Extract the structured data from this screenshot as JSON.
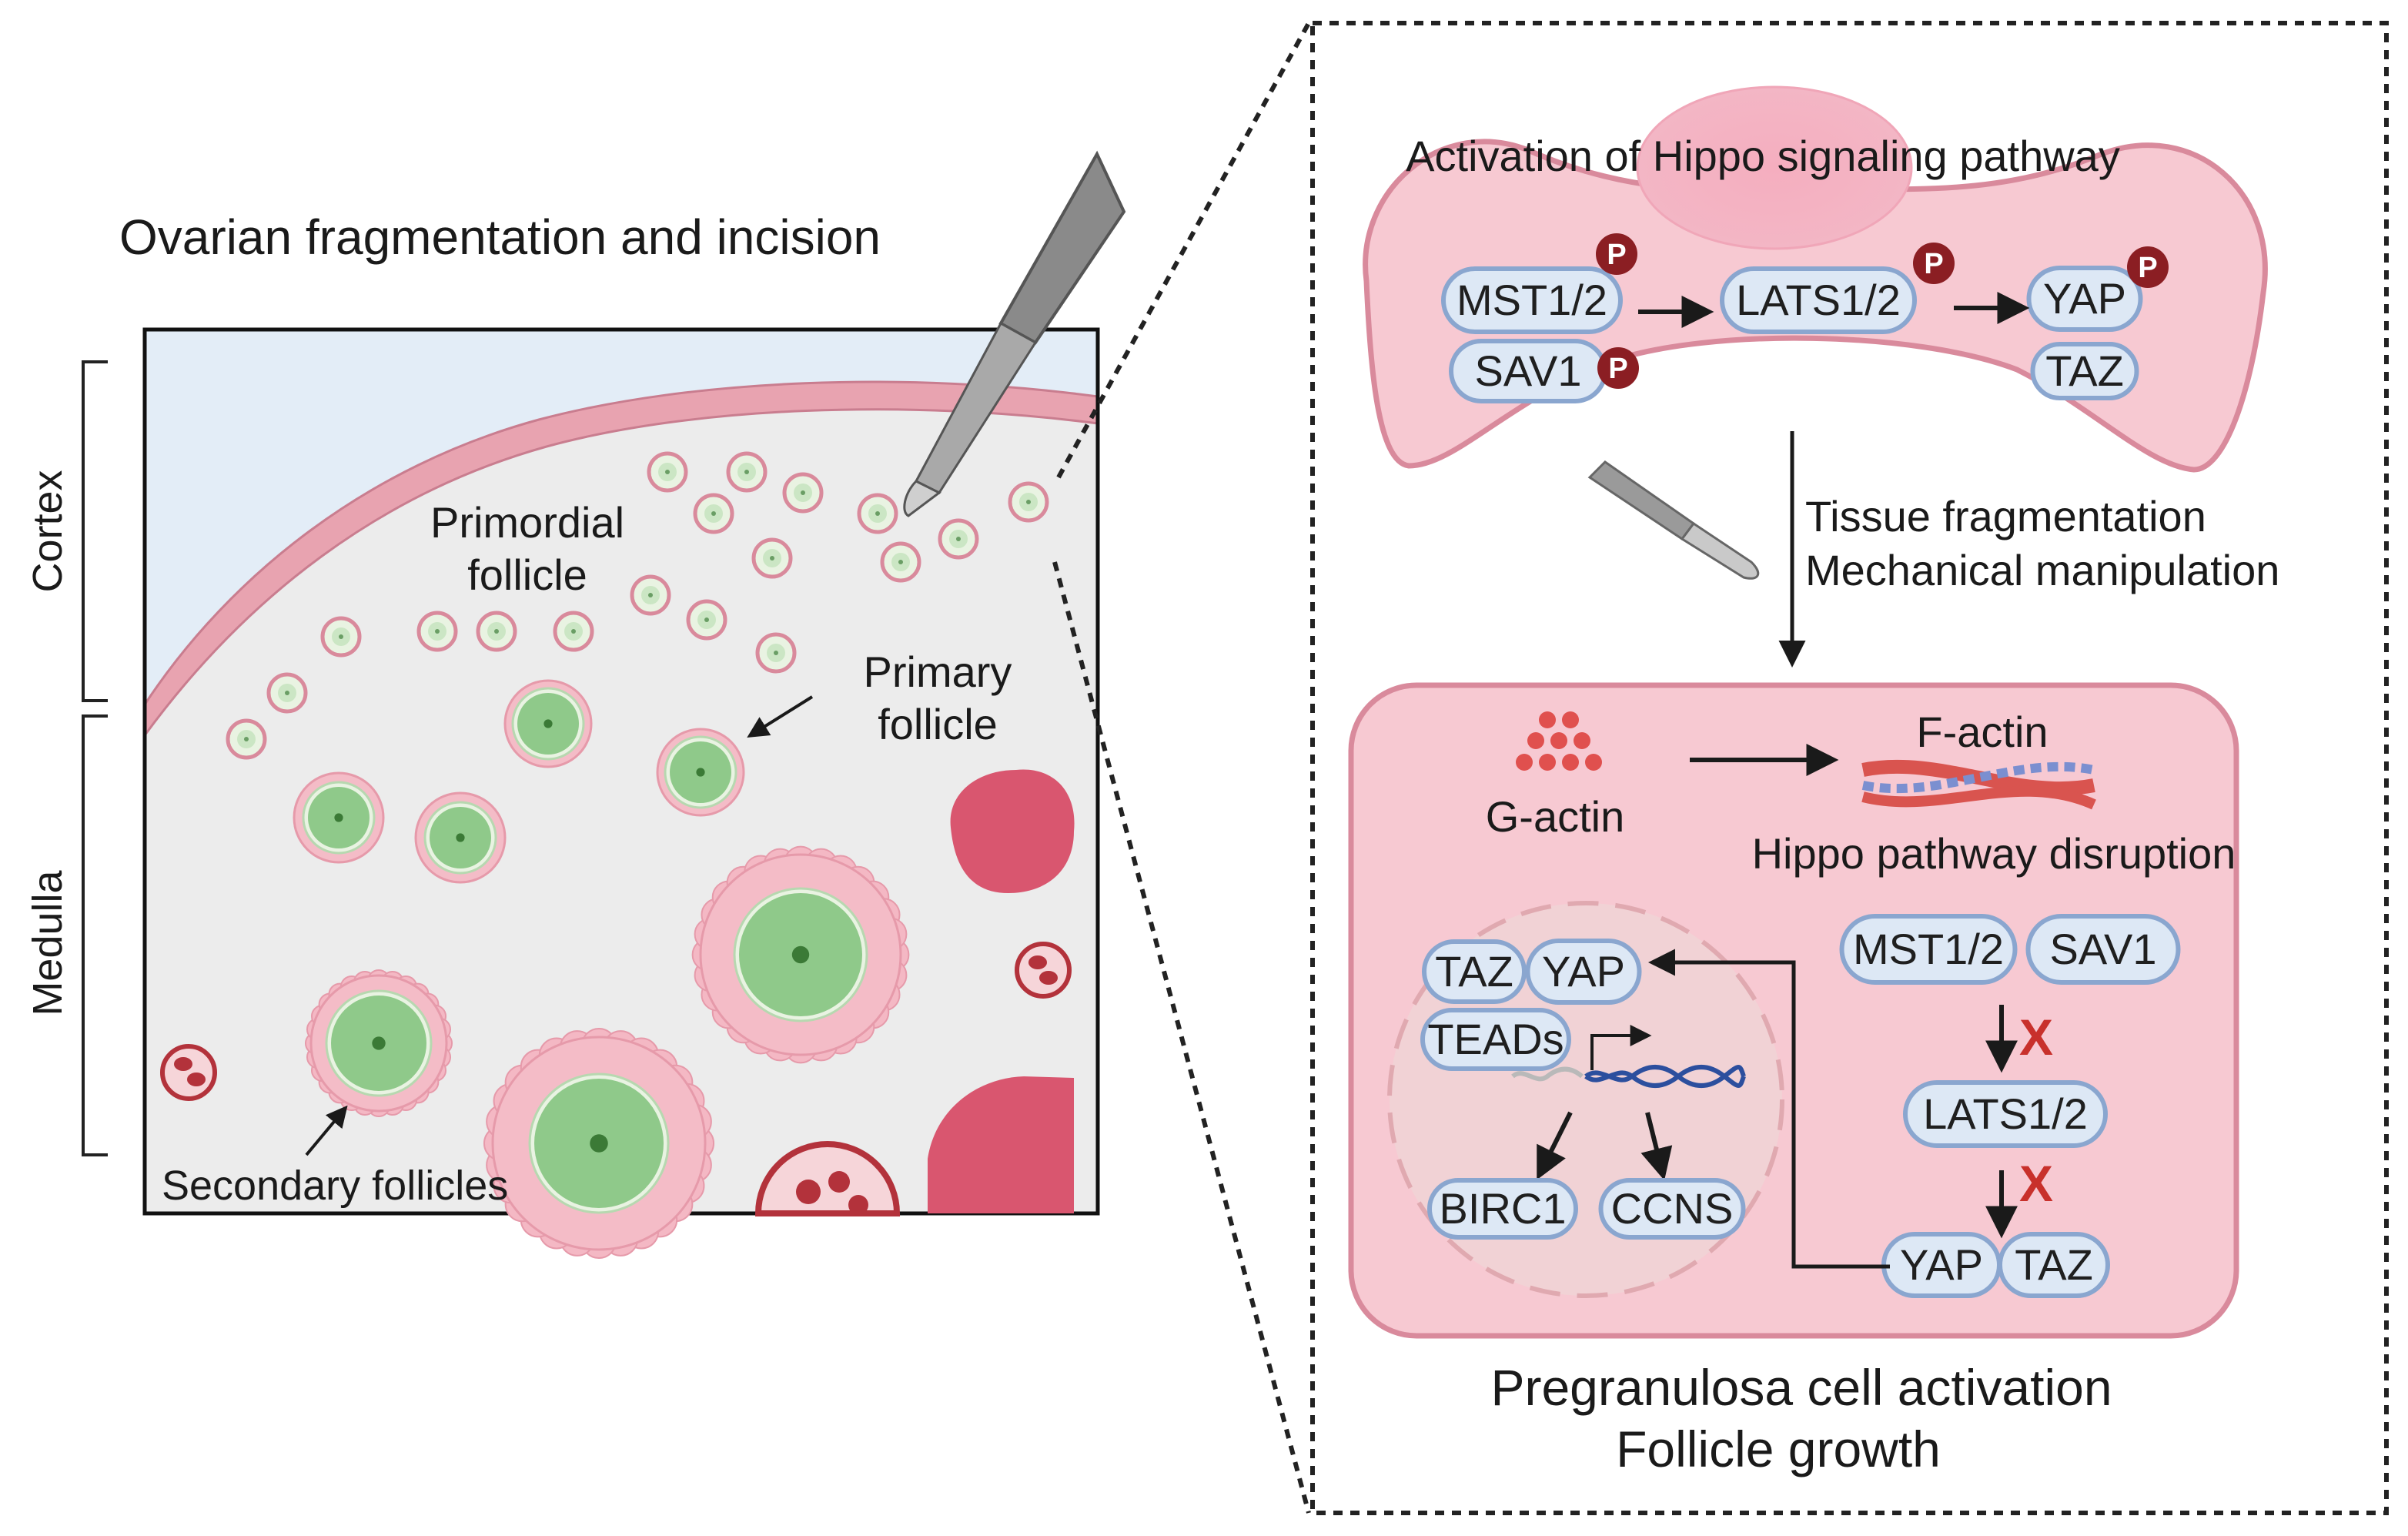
{
  "left_panel": {
    "title": "Ovarian fragmentation and incision",
    "region_labels": {
      "cortex": "Cortex",
      "medulla": "Medulla"
    },
    "labels": {
      "primordial_line1": "Primordial",
      "primordial_line2": "follicle",
      "primary_line1": "Primary",
      "primary_line2": "follicle",
      "secondary": "Secondary follicles"
    }
  },
  "hippo_on": {
    "title": "Activation of Hippo signaling pathway",
    "proteins": {
      "mst": "MST1/2",
      "sav": "SAV1",
      "lats": "LATS1/2",
      "yap": "YAP",
      "taz": "TAZ"
    },
    "phospho_symbol": "P"
  },
  "transition": {
    "line1": "Tissue fragmentation",
    "line2": "Mechanical manipulation"
  },
  "hippo_off": {
    "g_actin": "G-actin",
    "f_actin": "F-actin",
    "disruption": "Hippo pathway disruption",
    "proteins": {
      "mst": "MST1/2",
      "sav": "SAV1",
      "lats": "LATS1/2",
      "yap": "YAP",
      "taz": "TAZ",
      "nuc_taz": "TAZ",
      "nuc_yap": "YAP",
      "teads": "TEADs",
      "birc1": "BIRC1",
      "ccns": "CCNS"
    },
    "block_symbol": "X"
  },
  "outcome": {
    "line1": "Pregranulosa cell activation",
    "line2": "Follicle growth"
  },
  "colors": {
    "cell_fill": "#f7c9d2",
    "cell_stroke": "#d98a9c",
    "pill_fill": "#dde8f5",
    "pill_stroke": "#8aa6cf",
    "phospho": "#8b1e23",
    "block": "#c8302b",
    "oocyte": "#8fc98a"
  }
}
